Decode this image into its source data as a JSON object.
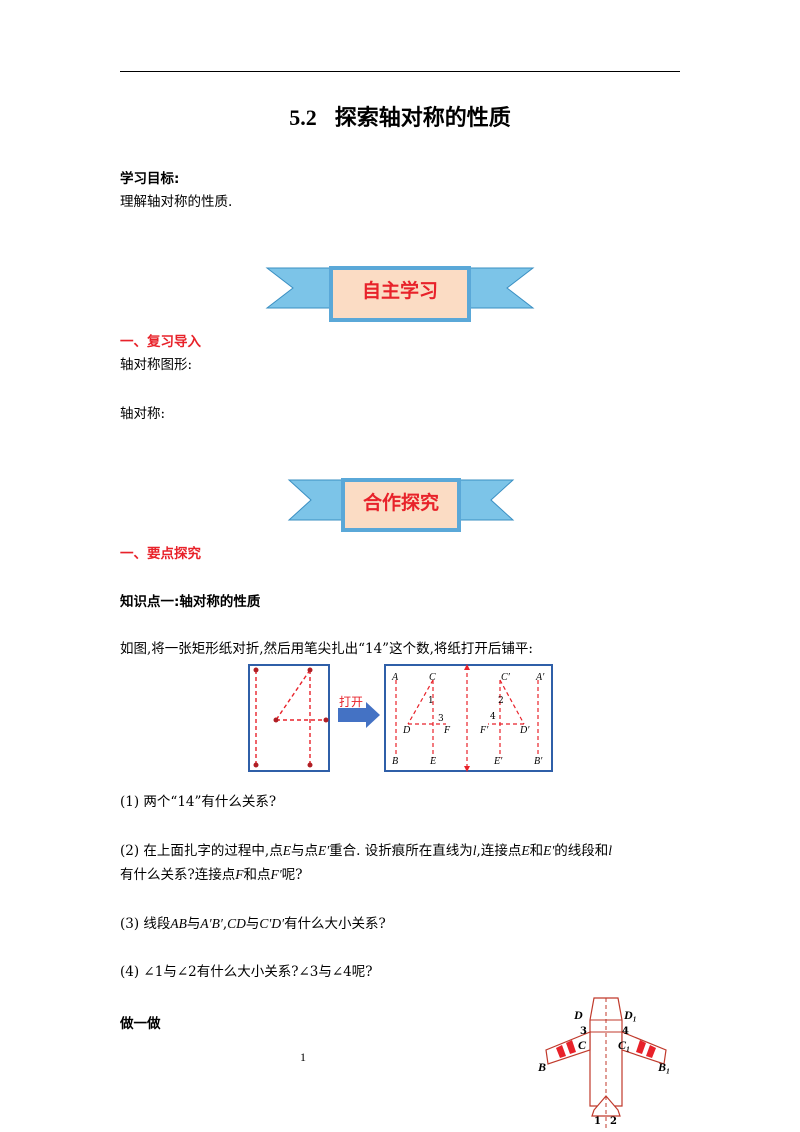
{
  "header": {
    "title_number": "5.2",
    "title_text": "探索轴对称的性质"
  },
  "objectives": {
    "heading": "学习目标:",
    "text": "理解轴对称的性质."
  },
  "banners": {
    "self_study": "自主学习",
    "cooperative": "合作探究"
  },
  "review": {
    "heading": "一、复习导入",
    "line1": "轴对称图形:",
    "line2": "轴对称:"
  },
  "explore": {
    "heading": "一、要点探究",
    "kp1": "知识点一:轴对称的性质",
    "intro": "如图,将一张矩形纸对折,然后用笔尖扎出“14”这个数,将纸打开后铺平:"
  },
  "figure_fold": {
    "arrow_label": "打开",
    "labels_left": {
      "A": "A",
      "B": "B",
      "C": "C",
      "D": "D",
      "E": "E",
      "F": "F",
      "n1": "1",
      "n3": "3"
    },
    "labels_right": {
      "A": "A′",
      "B": "B′",
      "C": "C′",
      "D": "D′",
      "E": "E′",
      "F": "F′",
      "n2": "2",
      "n4": "4"
    }
  },
  "questions": {
    "q1": "(1) 两个“14”有什么关系?",
    "q2_a": "(2) 在上面扎字的过程中,点",
    "q2_E": "E",
    "q2_b": "与点",
    "q2_Ep": "E′",
    "q2_c": "重合. 设折痕所在直线为",
    "q2_l": "l",
    "q2_d": ",连接点",
    "q2_E2": "E",
    "q2_e": "和",
    "q2_Ep2": "E′",
    "q2_f": "的线段和",
    "q2_l2": "l",
    "q2_line2": "有什么关系?连接点",
    "q2_F": "F",
    "q2_g": "和点",
    "q2_Fp": "F′",
    "q2_h": "呢?",
    "q3_a": "(3) 线段",
    "q3_AB": "AB",
    "q3_b": "与",
    "q3_ApBp": "A′B′",
    "q3_c": ",",
    "q3_CD": "CD",
    "q3_d": "与",
    "q3_CpDp": "C′D′",
    "q3_e": "有什么大小关系?",
    "q4": "(4) ∠1与∠2有什么大小关系?∠3与∠4呢?"
  },
  "practice": {
    "heading": "做一做"
  },
  "plane_figure": {
    "D": "D",
    "D1": "D₁",
    "C": "C",
    "C1": "C₁",
    "B": "B",
    "B1": "B₁",
    "n3": "3",
    "n4": "4",
    "n1": "1",
    "n2": "2"
  },
  "page": {
    "number": "1"
  },
  "colors": {
    "accent_red": "#e8222a",
    "banner_blue": "#7cc4e8",
    "banner_face": "#fbdcc4",
    "frame_blue": "#2f5fa8",
    "arrow_blue": "#4472c4"
  }
}
